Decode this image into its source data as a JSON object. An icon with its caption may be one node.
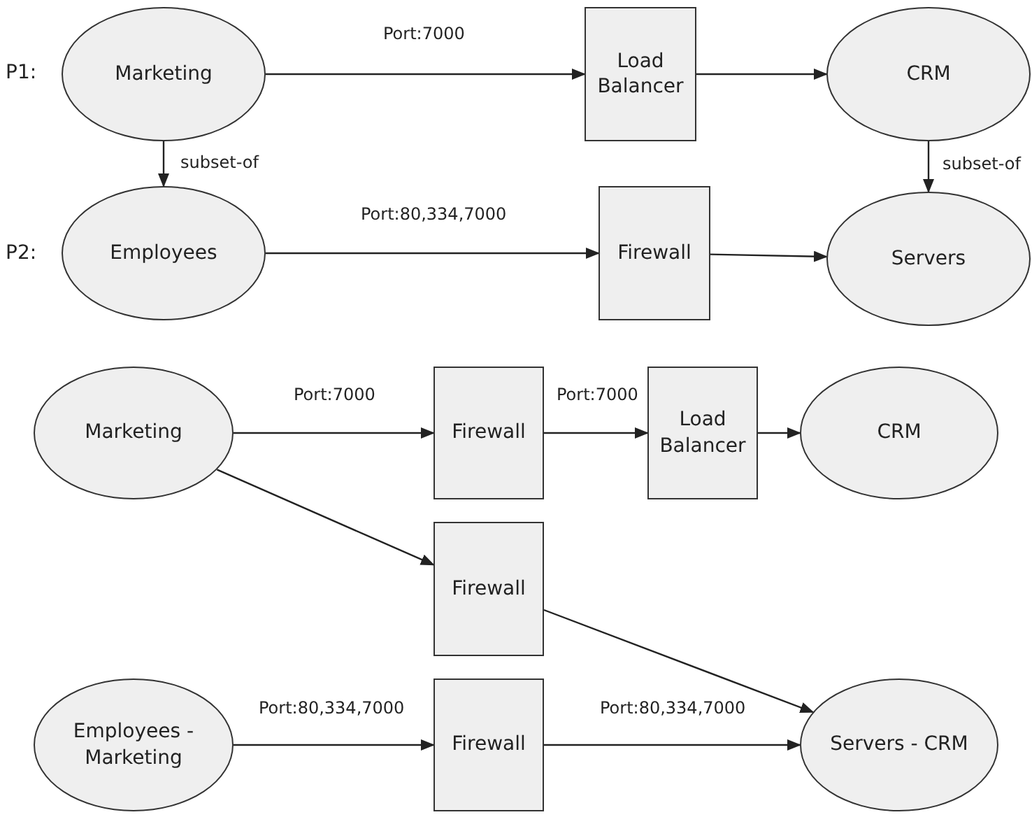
{
  "diagram": {
    "nodes": [
      {
        "text": [
          "Marketing"
        ]
      },
      {
        "text": [
          "Load Balancer"
        ]
      },
      {
        "text": [
          "CRM"
        ]
      },
      {
        "text": [
          "Employees"
        ]
      },
      {
        "text": [
          "Firewall"
        ]
      },
      {
        "text": [
          "Servers"
        ]
      },
      {
        "text": [
          "Marketing"
        ]
      },
      {
        "text": [
          "Firewall"
        ]
      },
      {
        "text": [
          "Load Balancer"
        ]
      },
      {
        "text": [
          "CRM"
        ]
      },
      {
        "text": [
          "Firewall"
        ]
      },
      {
        "text": [
          "Employees - Marketing"
        ]
      },
      {
        "text": [
          "Firewall"
        ]
      },
      {
        "text": [
          "Servers - CRM"
        ]
      }
    ],
    "edges": [
      {
        "from": 0,
        "to": 1,
        "arrow": "to",
        "label": "Port:7000"
      },
      {
        "from": 1,
        "to": 2,
        "arrow": "to"
      },
      {
        "from": 0,
        "to": 3,
        "arrow": "to",
        "label": "subset-of"
      },
      {
        "from": 2,
        "to": 5,
        "arrow": "to",
        "label": "subset-of"
      },
      {
        "from": 3,
        "to": 4,
        "arrow": "to",
        "label": "Port:80,334,7000"
      },
      {
        "from": 4,
        "to": 5,
        "arrow": "to"
      },
      {
        "from": 6,
        "to": 7,
        "arrow": "to",
        "label": "Port:7000"
      },
      {
        "from": 7,
        "to": 8,
        "arrow": "to",
        "label": "Port:7000"
      },
      {
        "from": 8,
        "to": 9,
        "arrow": "to"
      },
      {
        "from": 6,
        "to": 10,
        "arrow": "to"
      },
      {
        "from": 10,
        "to": 13,
        "arrow": "to"
      },
      {
        "from": 11,
        "to": 12,
        "arrow": "to",
        "label": "Port:80,334,7000"
      },
      {
        "from": 12,
        "to": 13,
        "arrow": "to",
        "label": "Port:80,334,7000"
      }
    ],
    "labels": [
      "P1:",
      "P2:"
    ]
  }
}
